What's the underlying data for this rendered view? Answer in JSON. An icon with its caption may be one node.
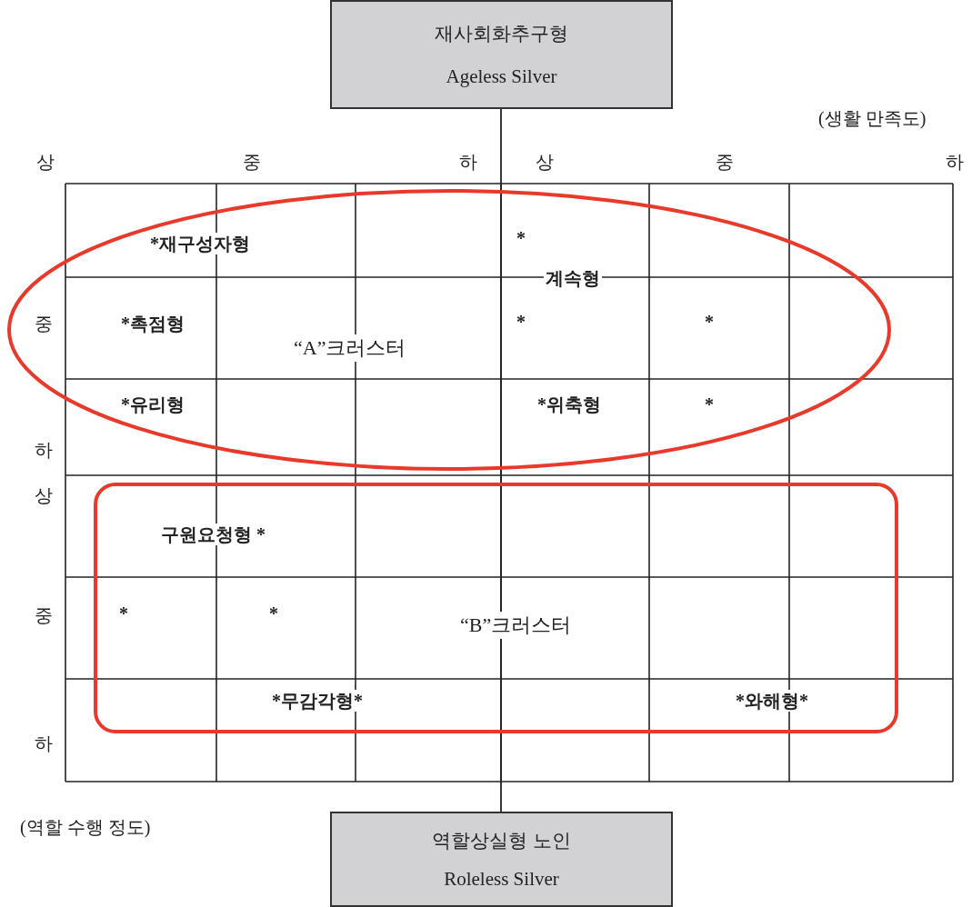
{
  "diagram": {
    "nodes": [
      {
        "text": [
          "재사회화추구형",
          "Ageless Silver"
        ]
      },
      {
        "text": [
          "역할상실형 노인",
          "Roleless Silver"
        ]
      },
      {
        "text": [
          "“A”크러스터"
        ]
      },
      {
        "text": [
          "“B”크러스터"
        ]
      }
    ],
    "labels": [
      "(생활 만족도)",
      "상",
      "중",
      "하",
      "상",
      "중",
      "하",
      "*재구성자형",
      "*",
      "계속형",
      "중",
      "*촉점형",
      "*",
      "*",
      "*유리형",
      "*위축형",
      "*",
      "하",
      "상",
      "구원요청형 *",
      "중",
      "*",
      "*",
      "*무감각형*",
      "*와해형*",
      "하",
      "(역할 수행 정도)"
    ]
  }
}
